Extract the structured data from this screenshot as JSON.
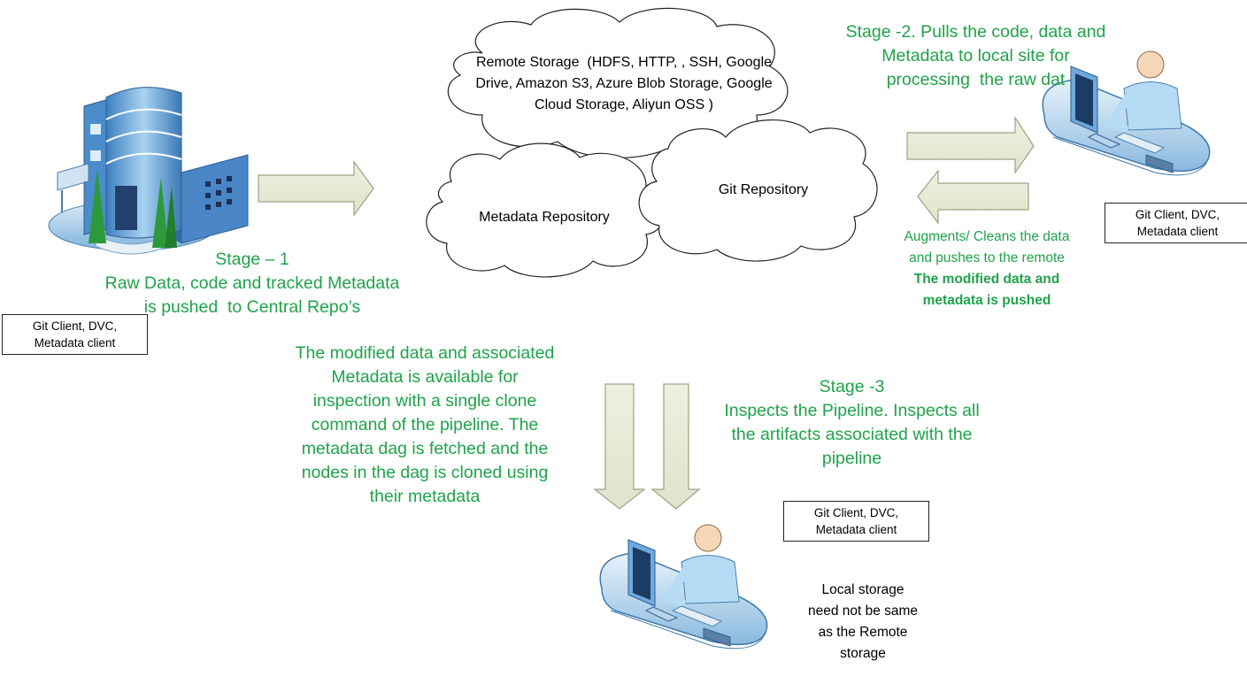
{
  "clouds": {
    "remote_storage": [
      "Remote Storage  (HDFS, HTTP, , SSH, Google",
      "Drive, Amazon S3, Azure Blob Storage, Google",
      "Cloud Storage, Aliyun OSS )"
    ],
    "metadata_repository": "Metadata Repository",
    "git_repository": "Git Repository"
  },
  "stage1": {
    "title": "Stage – 1",
    "lines": [
      "Raw Data, code and tracked Metadata",
      "is pushed  to Central Repo’s"
    ]
  },
  "stage2": {
    "lines": [
      "Stage -2. Pulls the code, data and",
      "Metadata to local site for",
      "processing  the raw dat"
    ],
    "push_note": [
      "Augments/ Cleans the data",
      "and pushes to the remote"
    ],
    "push_bold": [
      "The modified data and",
      "metadata is pushed"
    ]
  },
  "stage3": {
    "title": "Stage -3",
    "lines": [
      "Inspects the Pipeline. Inspects all",
      "the artifacts associated with the",
      "pipeline"
    ]
  },
  "clone_note": [
    "The modified data and associated",
    "Metadata is available for",
    "inspection with a single clone",
    "command of the pipeline. The",
    "metadata dag is fetched and the",
    "nodes in the dag is cloned using",
    "their metadata"
  ],
  "client_boxes": {
    "left": [
      "Git Client, DVC,",
      "Metadata client"
    ],
    "right": [
      "Git Client, DVC,",
      "Metadata client"
    ],
    "bottom": [
      "Git Client, DVC,",
      "Metadata client"
    ]
  },
  "local_storage_note": [
    "Local storage",
    "need not be same",
    "as the Remote",
    "storage"
  ],
  "colors": {
    "label_green": "#1fa34a",
    "arrow_fill": "#e6ead5",
    "arrow_stroke": "#9aa486"
  },
  "icons": [
    "office-building-icon",
    "user-workstation-icon"
  ]
}
